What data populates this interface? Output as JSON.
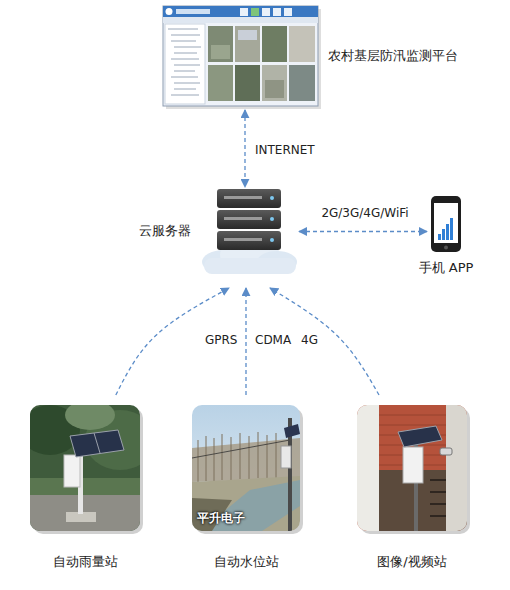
{
  "diagram": {
    "nodes": [
      {
        "text": [
          "农村基层防汛监测平台"
        ]
      },
      {
        "text": [
          "云服务器"
        ]
      },
      {
        "text": [
          "手机 APP"
        ]
      },
      {
        "text": [
          "自动雨量站"
        ]
      },
      {
        "text": [
          "自动水位站"
        ]
      },
      {
        "text": [
          "图像/视频站"
        ]
      }
    ],
    "edges": [
      {
        "from": 0,
        "to": 1,
        "arrow": "both",
        "label": "INTERNET"
      },
      {
        "from": 1,
        "to": 2,
        "arrow": "both",
        "label": "2G/3G/4G/WiFi"
      },
      {
        "from": 3,
        "to": 1,
        "arrow": "to",
        "label": "GPRS"
      },
      {
        "from": 4,
        "to": 1,
        "arrow": "to",
        "label": "CDMA"
      },
      {
        "from": 5,
        "to": 1,
        "arrow": "to",
        "label": "4G"
      }
    ],
    "labels": [
      "平升电子"
    ]
  }
}
